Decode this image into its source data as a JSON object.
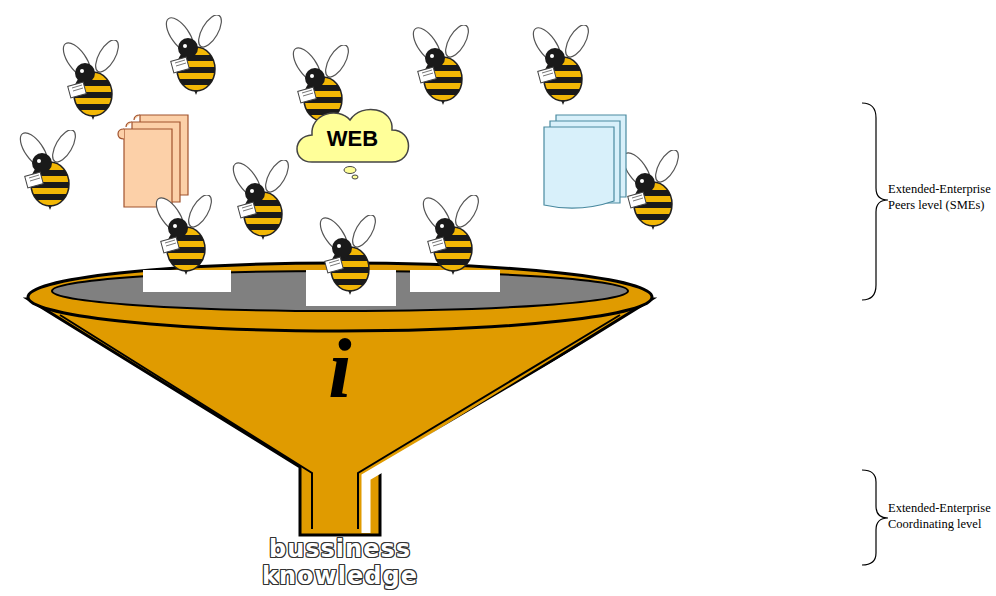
{
  "diagram": {
    "nodes": [
      {
        "text": [
          "WEB"
        ]
      },
      {
        "text": [
          "i"
        ]
      }
    ],
    "labels": [
      "Extended-Enterprise Peers level (SMEs)",
      "Extended-Enterprise Coordinating level",
      "bussiness knowledge"
    ]
  }
}
